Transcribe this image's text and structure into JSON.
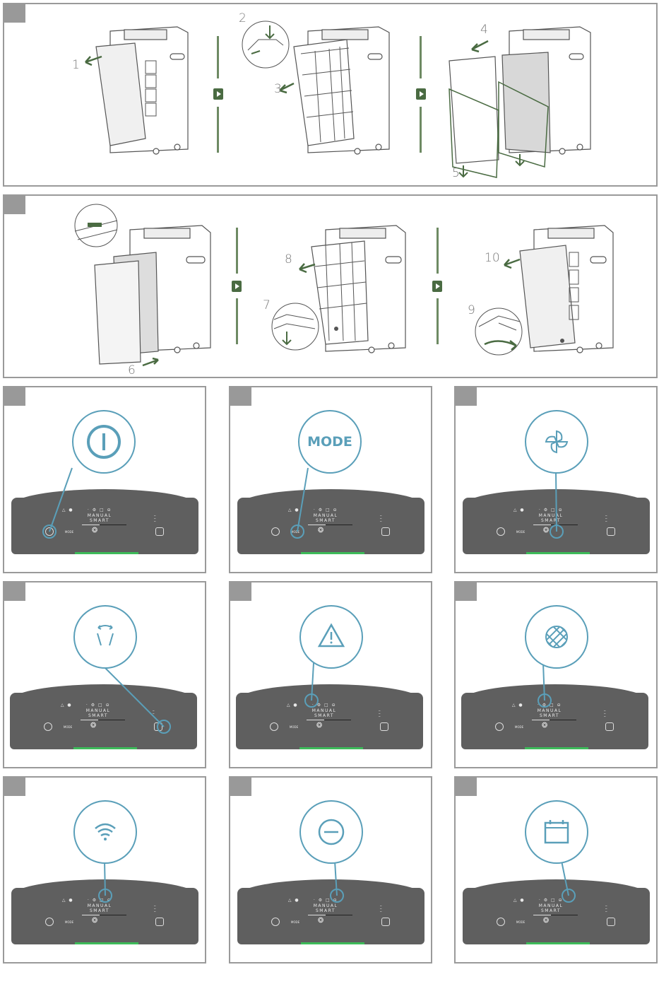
{
  "figure_1": {
    "step_labels": [
      "1",
      "2",
      "3",
      "4",
      "5"
    ]
  },
  "figure_2": {
    "step_labels": [
      "6",
      "7",
      "8",
      "9",
      "10"
    ]
  },
  "control_panel": {
    "manual_label": "MANUAL",
    "smart_label": "SMART",
    "mode_button_text": "MODE"
  },
  "cells": [
    {
      "icon": "power-icon"
    },
    {
      "icon": "mode-text",
      "text": "MODE"
    },
    {
      "icon": "fan-icon"
    },
    {
      "icon": "oscillation-icon"
    },
    {
      "icon": "warning-icon"
    },
    {
      "icon": "filter-grid-icon"
    },
    {
      "icon": "wifi-icon"
    },
    {
      "icon": "minus-circle-icon"
    },
    {
      "icon": "calendar-icon"
    }
  ],
  "colors": {
    "accent_blue": "#5a9fb9",
    "arrow_green": "#4a6b42",
    "panel_gray": "#5f5f5f",
    "indicator_green": "#3dbb5a"
  }
}
